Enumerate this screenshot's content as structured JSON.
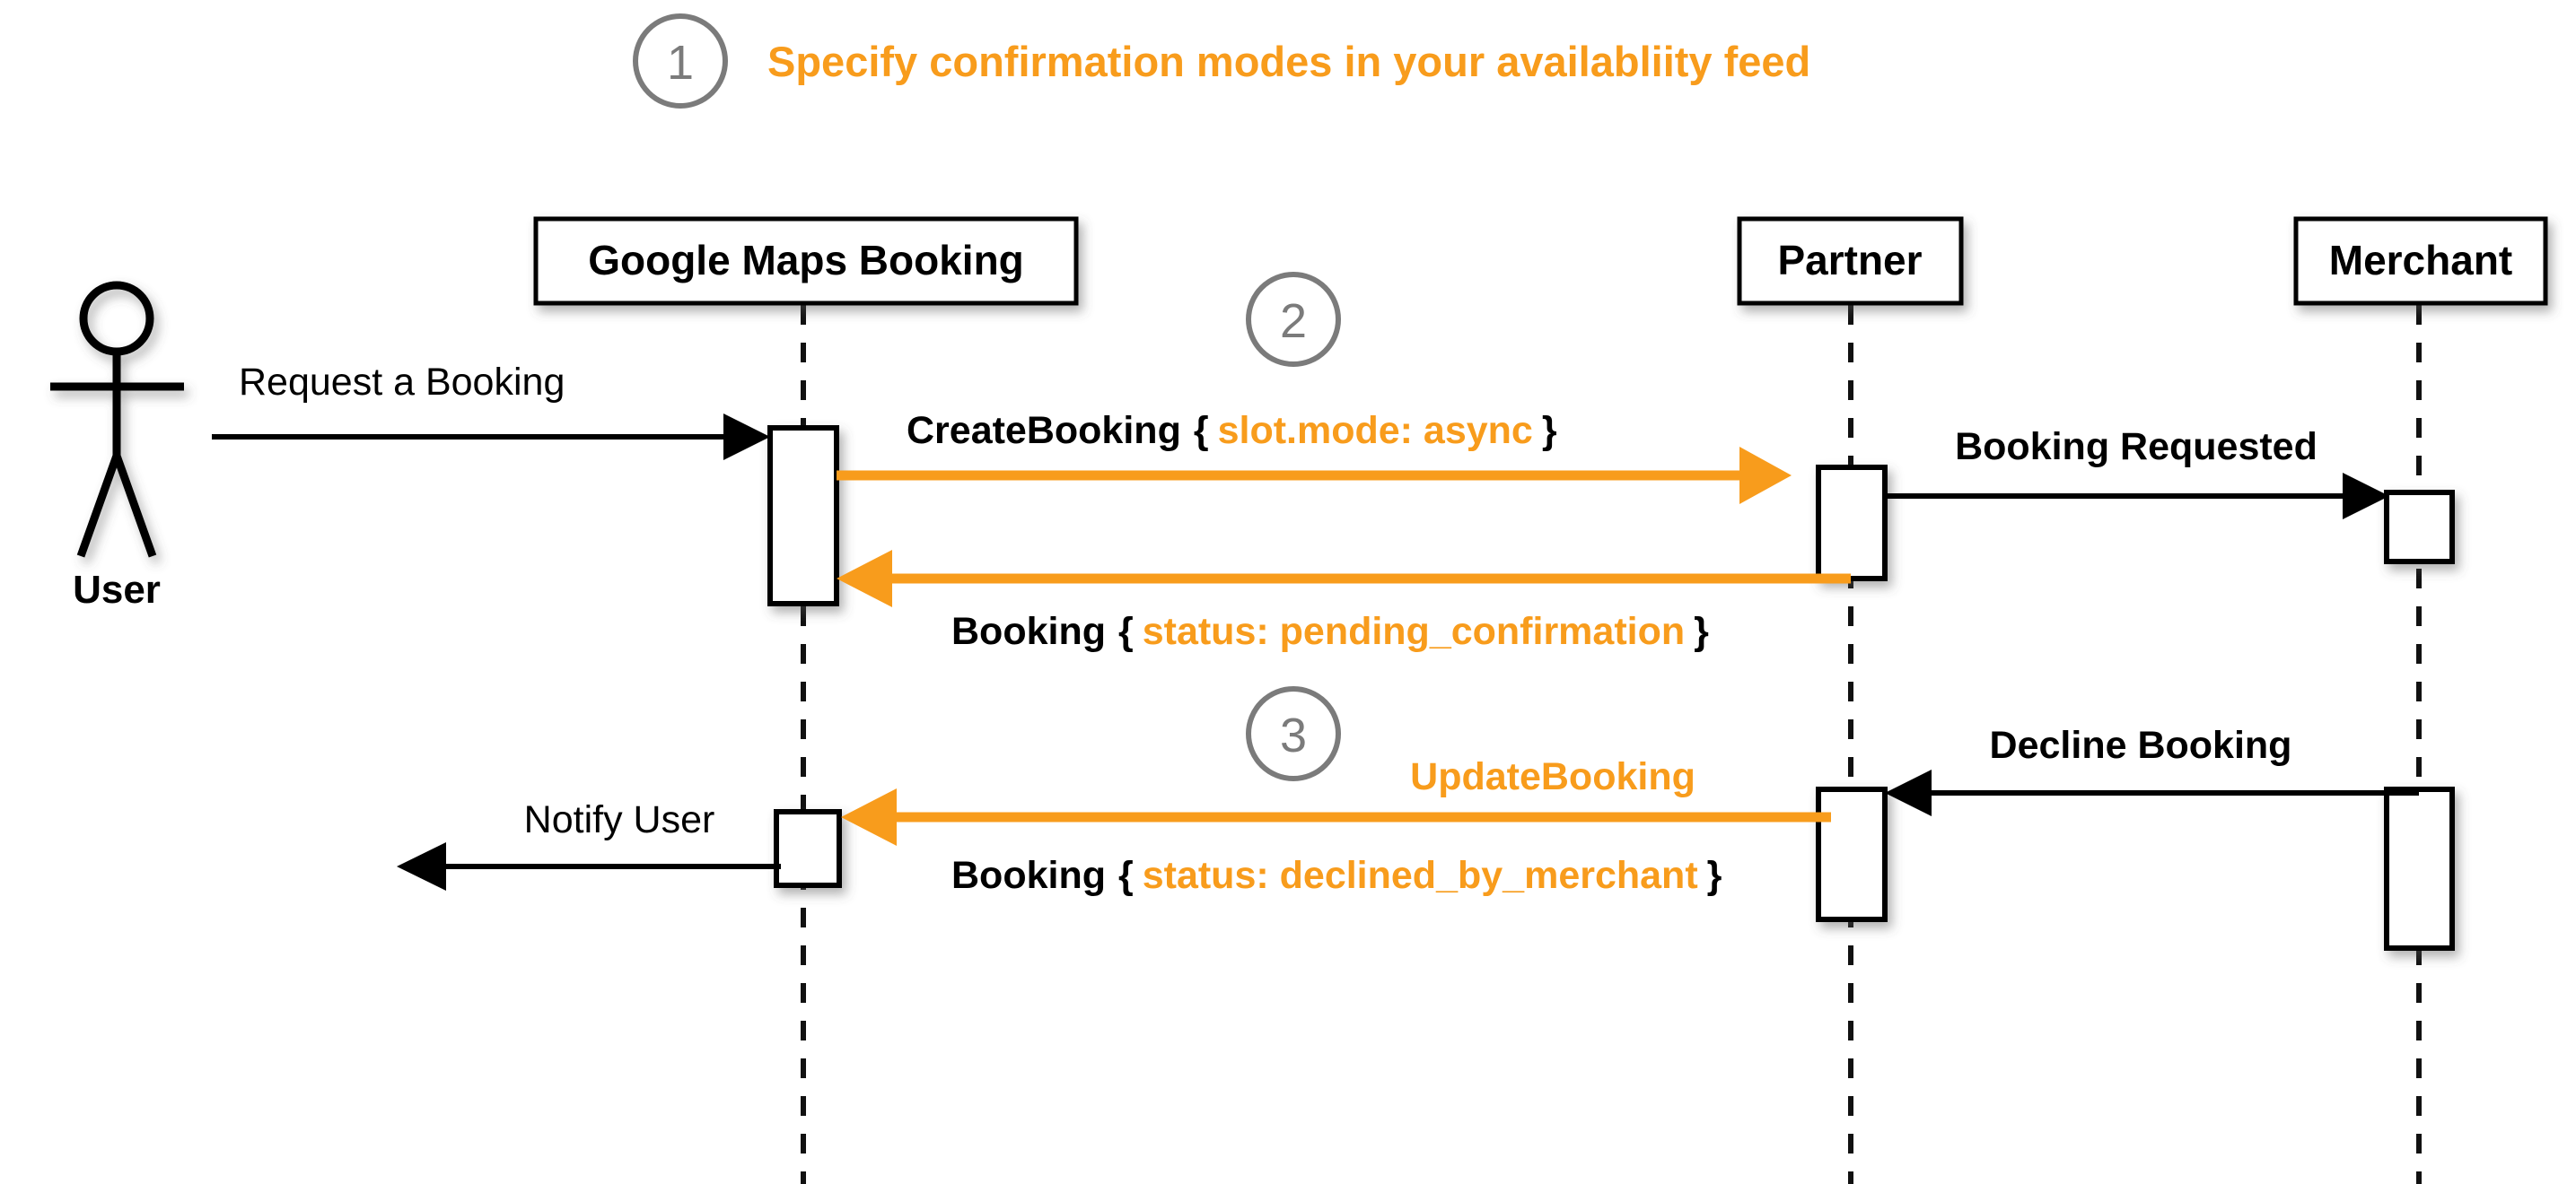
{
  "diagram": {
    "title": "Specify confirmation modes in your availabliity feed",
    "accent_color": "#F89C1C",
    "badge_color": "#7b7b7b",
    "line_color": "#000000",
    "background": "#ffffff"
  },
  "badges": [
    {
      "number": "1"
    },
    {
      "number": "2"
    },
    {
      "number": "3"
    }
  ],
  "actor": {
    "name": "User",
    "icon": "stick-figure"
  },
  "lifelines": [
    {
      "id": "gmb",
      "label": "Google Maps Booking"
    },
    {
      "id": "partner",
      "label": "Partner"
    },
    {
      "id": "merchant",
      "label": "Merchant"
    }
  ],
  "messages": [
    {
      "id": "request-a-booking",
      "label": "Request a Booking",
      "style": "plain-black",
      "from": "user",
      "to": "gmb",
      "direction": "right"
    },
    {
      "id": "create-booking",
      "name": "CreateBooking",
      "brace_open": "{",
      "payload": "slot.mode: async",
      "brace_close": "}",
      "style": "bold-black-with-orange-payload",
      "from": "gmb",
      "to": "partner",
      "direction": "right"
    },
    {
      "id": "booking-requested",
      "label": "Booking Requested",
      "style": "bold-black",
      "from": "partner",
      "to": "merchant",
      "direction": "right"
    },
    {
      "id": "booking-pending",
      "name": "Booking",
      "brace_open": "{",
      "payload": "status: pending_confirmation",
      "brace_close": "}",
      "style": "bold-black-with-orange-payload",
      "from": "partner",
      "to": "gmb",
      "direction": "left"
    },
    {
      "id": "decline-booking",
      "label": "Decline Booking",
      "style": "bold-black",
      "from": "merchant",
      "to": "partner",
      "direction": "left"
    },
    {
      "id": "update-booking",
      "label": "UpdateBooking",
      "style": "bold-orange",
      "from": "partner",
      "to": "gmb",
      "direction": "left"
    },
    {
      "id": "booking-declined",
      "name": "Booking",
      "brace_open": "{",
      "payload": "status: declined_by_merchant",
      "brace_close": "}",
      "style": "bold-black-with-orange-payload",
      "from": "partner",
      "to": "gmb",
      "direction": "left"
    },
    {
      "id": "notify-user",
      "label": "Notify User",
      "style": "plain-black",
      "from": "gmb",
      "to": "user",
      "direction": "left"
    }
  ]
}
